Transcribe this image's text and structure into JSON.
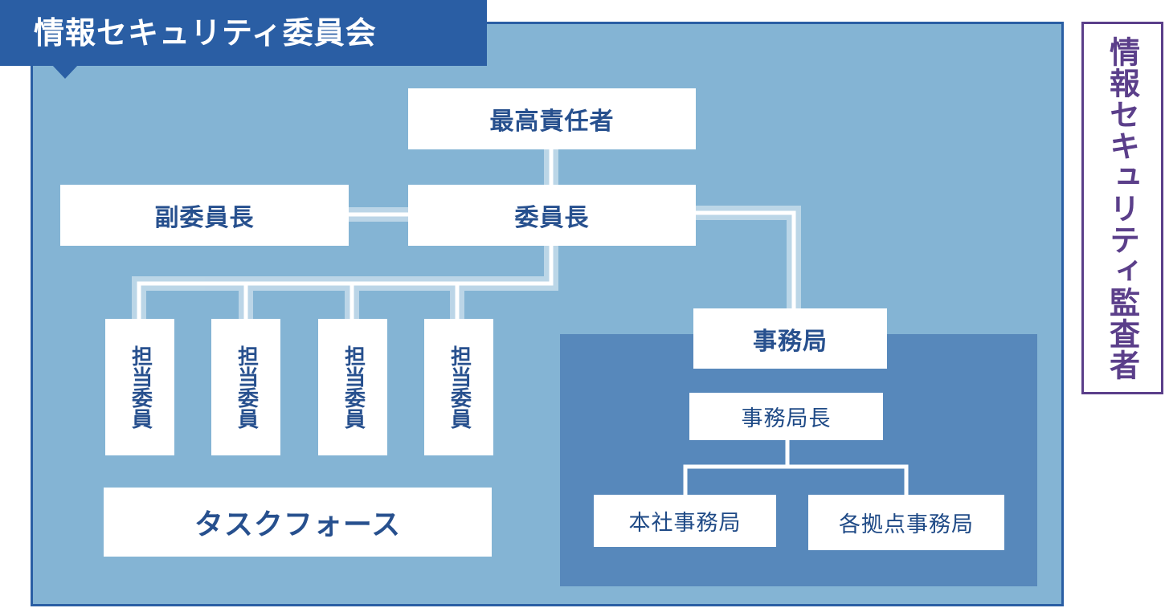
{
  "committee": {
    "title": "情報セキュリティ委員会",
    "chief_officer": "最高責任者",
    "chair": "委員長",
    "vice_chair": "副委員長",
    "members": [
      "担当委員",
      "担当委員",
      "担当委員",
      "担当委員"
    ],
    "task_force": "タスクフォース",
    "secretariat": {
      "label": "事務局",
      "head": "事務局長",
      "offices": [
        "本社事務局",
        "各拠点事務局"
      ]
    }
  },
  "auditor": "情報セキュリティ監査者",
  "colors": {
    "committee_bg": "#84b4d4",
    "committee_border": "#2a5ea4",
    "secretariat_bg": "#5788bb",
    "text_blue": "#27508e",
    "auditor_purple": "#5b3f8a",
    "connector": "#ffffff"
  }
}
